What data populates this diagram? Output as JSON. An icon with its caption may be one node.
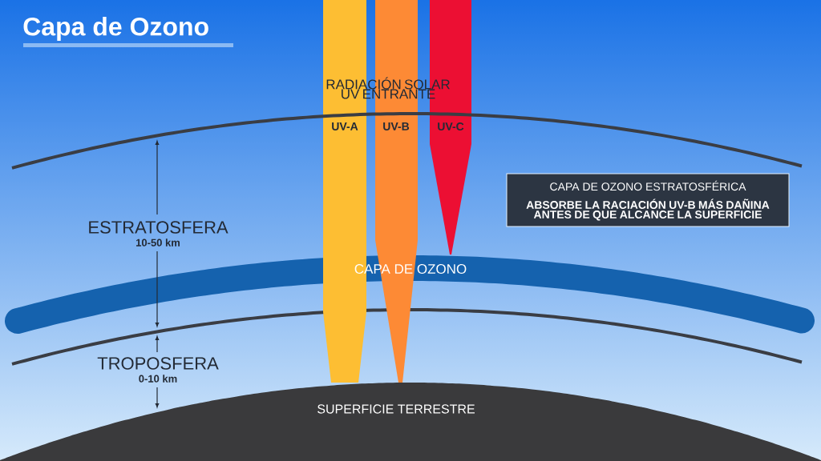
{
  "diagram": {
    "title": "Capa de Ozono",
    "nodes": [
      {
        "text": [
          "UV-A"
        ]
      },
      {
        "text": [
          "UV-B"
        ]
      },
      {
        "text": [
          "UV-C"
        ]
      },
      {
        "text": [
          "CAPA DE OZONO ESTRATOSFÉRICA",
          "ABSORBE LA RACIACIÓN UV-B MÁS DAÑINA ANTES DE QUE ALCANCE LA SUPERFICIE"
        ]
      },
      {
        "text": [
          "CAPA DE OZONO"
        ]
      },
      {
        "text": [
          "SUPERFICIE TERRESTRE"
        ]
      }
    ],
    "labels": [
      "RADIACIÓN SOLAR UV ENTRANTE",
      "ESTRATOSFERA",
      "10-50 km",
      "TROPOSFERA",
      "0-10 km"
    ]
  }
}
